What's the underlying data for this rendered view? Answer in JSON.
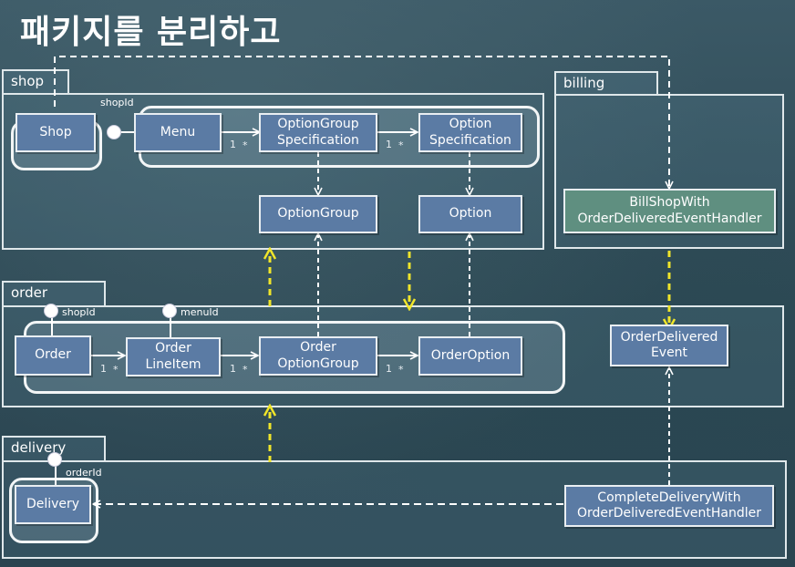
{
  "title": "패키지를 분리하고",
  "packages": {
    "shop": "shop",
    "billing": "billing",
    "order": "order",
    "delivery": "delivery"
  },
  "classes": {
    "shop": "Shop",
    "menu": "Menu",
    "option_group_spec": "OptionGroup\nSpecification",
    "option_spec": "Option\nSpecification",
    "option_group": "OptionGroup",
    "option": "Option",
    "bill_handler": "BillShopWith\nOrderDeliveredEventHandler",
    "order": "Order",
    "order_line_item": "Order\nLineItem",
    "order_option_group": "Order\nOptionGroup",
    "order_option": "OrderOption",
    "order_delivered_event": "OrderDelivered\nEvent",
    "delivery": "Delivery",
    "complete_delivery_handler": "CompleteDeliveryWith\nOrderDeliveredEventHandler"
  },
  "id_labels": {
    "shop_id_menu": "shopId",
    "shop_id_order": "shopId",
    "menu_id": "menuId",
    "order_id": "orderId"
  },
  "multiplicity": {
    "one": "1",
    "many": "*"
  },
  "colors": {
    "class_fill": "#5b7ba4",
    "handler_fill": "#5f8f80",
    "dependency_arrow": "#f0e52a",
    "line": "#ffffff"
  }
}
